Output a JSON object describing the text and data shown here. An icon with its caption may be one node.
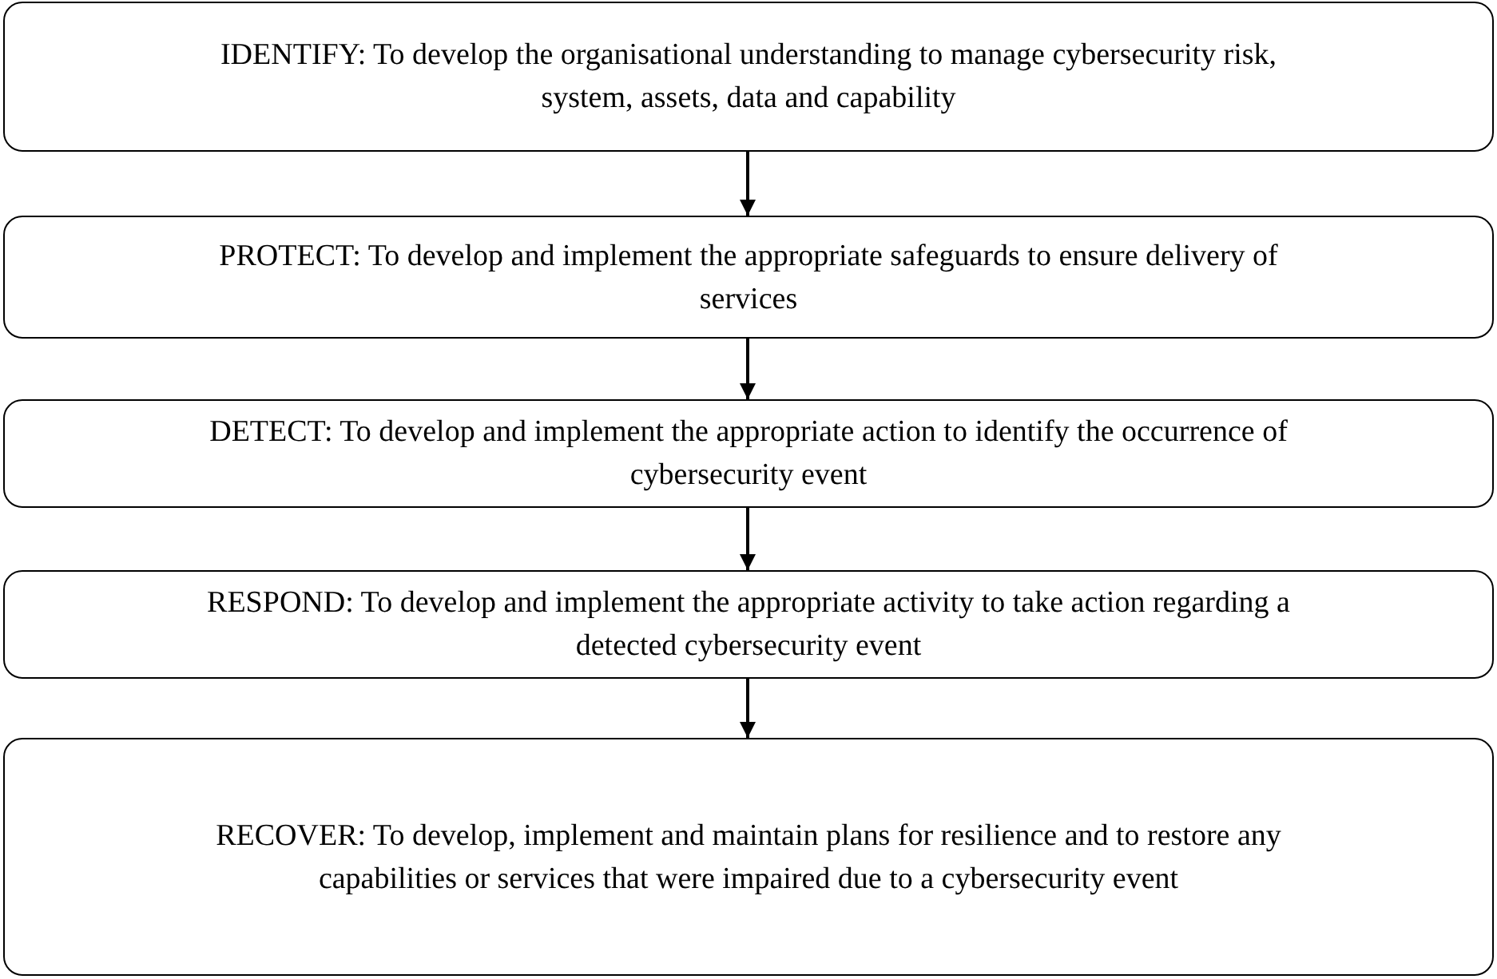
{
  "diagram": {
    "nodes": [
      {
        "text": [
          "IDENTIFY: To develop the organisational understanding to manage cybersecurity risk, system, assets, data and capability"
        ]
      },
      {
        "text": [
          "PROTECT: To develop and implement the appropriate safeguards to ensure delivery of services"
        ]
      },
      {
        "text": [
          "DETECT: To develop and implement the appropriate action to identify the occurrence of cybersecurity event"
        ]
      },
      {
        "text": [
          "RESPOND: To develop and implement the appropriate activity to take action regarding a detected cybersecurity event"
        ]
      },
      {
        "text": [
          "RECOVER: To develop, implement and maintain plans for resilience and to restore any capabilities or services that were impaired due to a cybersecurity event"
        ]
      }
    ],
    "edges": [
      {
        "from": 0,
        "to": 1,
        "arrow": "to"
      },
      {
        "from": 1,
        "to": 2,
        "arrow": "to"
      },
      {
        "from": 2,
        "to": 3,
        "arrow": "to"
      },
      {
        "from": 3,
        "to": 4,
        "arrow": "to"
      }
    ]
  }
}
